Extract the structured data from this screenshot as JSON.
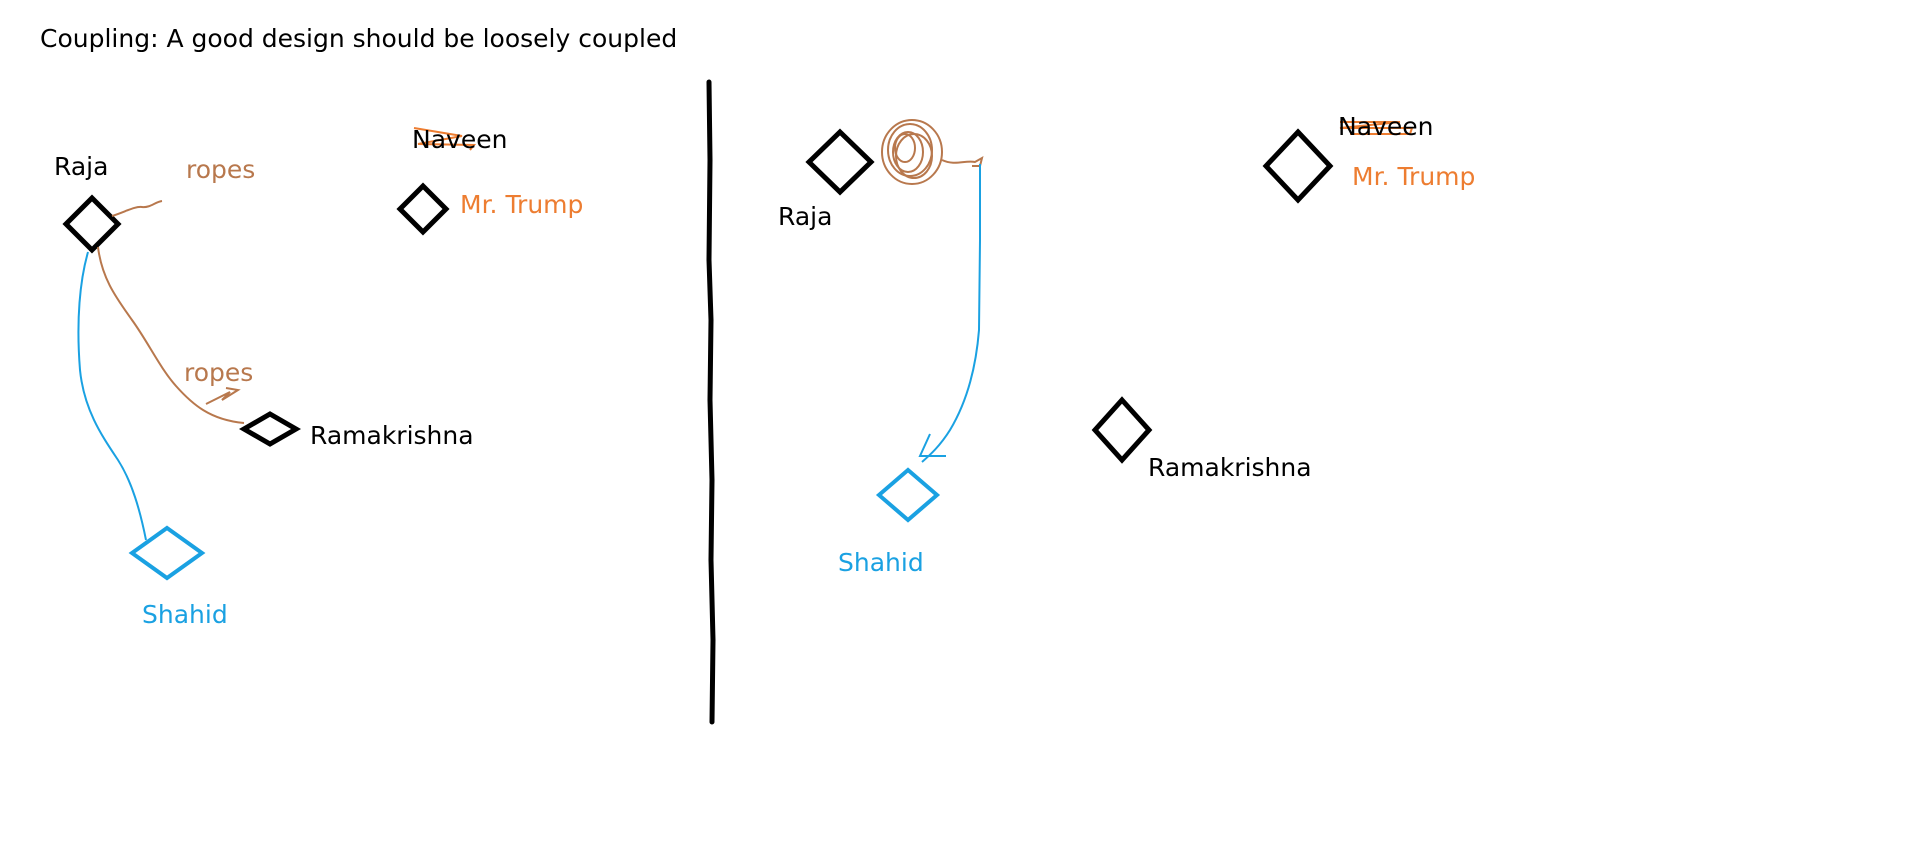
{
  "title": "Coupling: A good design should be loosely coupled",
  "left": {
    "raja": "Raja",
    "ropes_top": "ropes",
    "ropes_mid": "ropes",
    "naveen": "Naveen",
    "mr_trump": "Mr. Trump",
    "ramakrishna": "Ramakrishna",
    "shahid": "Shahid"
  },
  "right": {
    "raja": "Raja",
    "naveen": "Naveen",
    "mr_trump": "Mr. Trump",
    "ramakrishna": "Ramakrishna",
    "shahid": "Shahid"
  },
  "colors": {
    "black": "#000000",
    "orange": "#ed7d31",
    "blue": "#1aa1e2",
    "brown": "#b8784d"
  }
}
